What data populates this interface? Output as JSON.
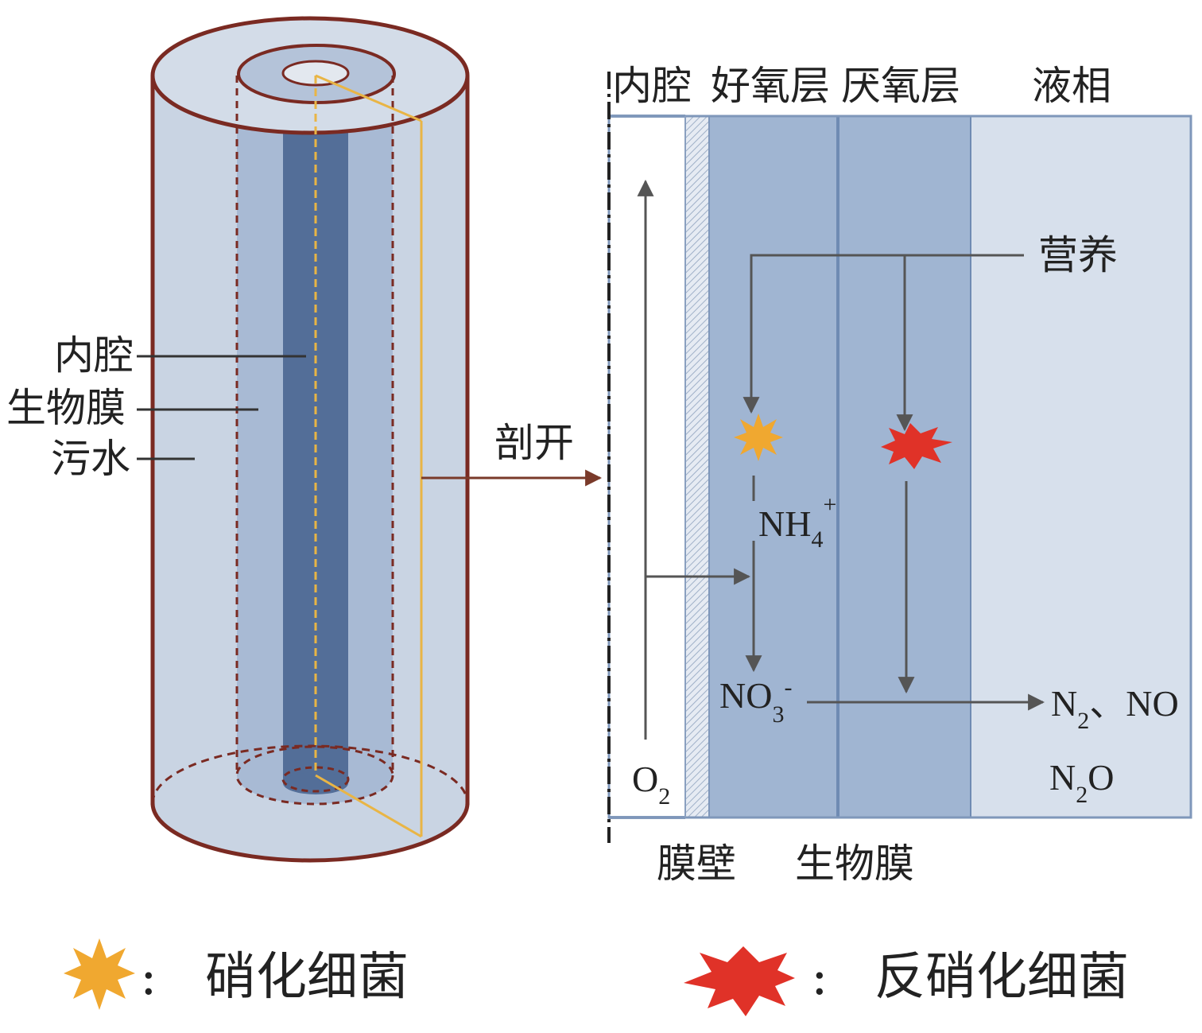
{
  "cylinder": {
    "labels": {
      "lumen": "内腔",
      "biofilm": "生物膜",
      "wastewater": "污水"
    },
    "cut_label": "剖开"
  },
  "section": {
    "headers": {
      "lumen": "内腔",
      "aerobic": "好氧层",
      "anoxic": "厌氧层",
      "liquid": "液相"
    },
    "nutrient_label": "营养",
    "oxygen": {
      "main": "O",
      "sub": "2"
    },
    "ammonium": {
      "main": "NH",
      "sub": "4",
      "sup": "+"
    },
    "nitrate": {
      "main": "NO",
      "sub": "3",
      "sup": "-"
    },
    "products_line1": {
      "main": "N",
      "sub": "2",
      "rest": "、NO"
    },
    "products_line2": {
      "main": "N",
      "sub": "2",
      "rest": "O"
    },
    "bottom_labels": {
      "membrane_wall": "膜壁",
      "biofilm": "生物膜"
    }
  },
  "legend": {
    "nitrifying": "硝化细菌",
    "denitrifying": "反硝化细菌",
    "separator": ":"
  },
  "colors": {
    "outer_wall": "#7a2a22",
    "wastewater": "#c9d4e3",
    "biofilm_cylinder": "#a8bad4",
    "lumen_tube": "#536e98",
    "cut_plane": "#e9b545",
    "aerobic_layer": "#a0b5d2",
    "anoxic_layer": "#a0b5d2",
    "liquid_phase": "#d7e0ec",
    "arrow": "#5a5a5a",
    "nitrifying_bacteria": "#f0a830",
    "denitrifying_bacteria": "#e03228"
  }
}
